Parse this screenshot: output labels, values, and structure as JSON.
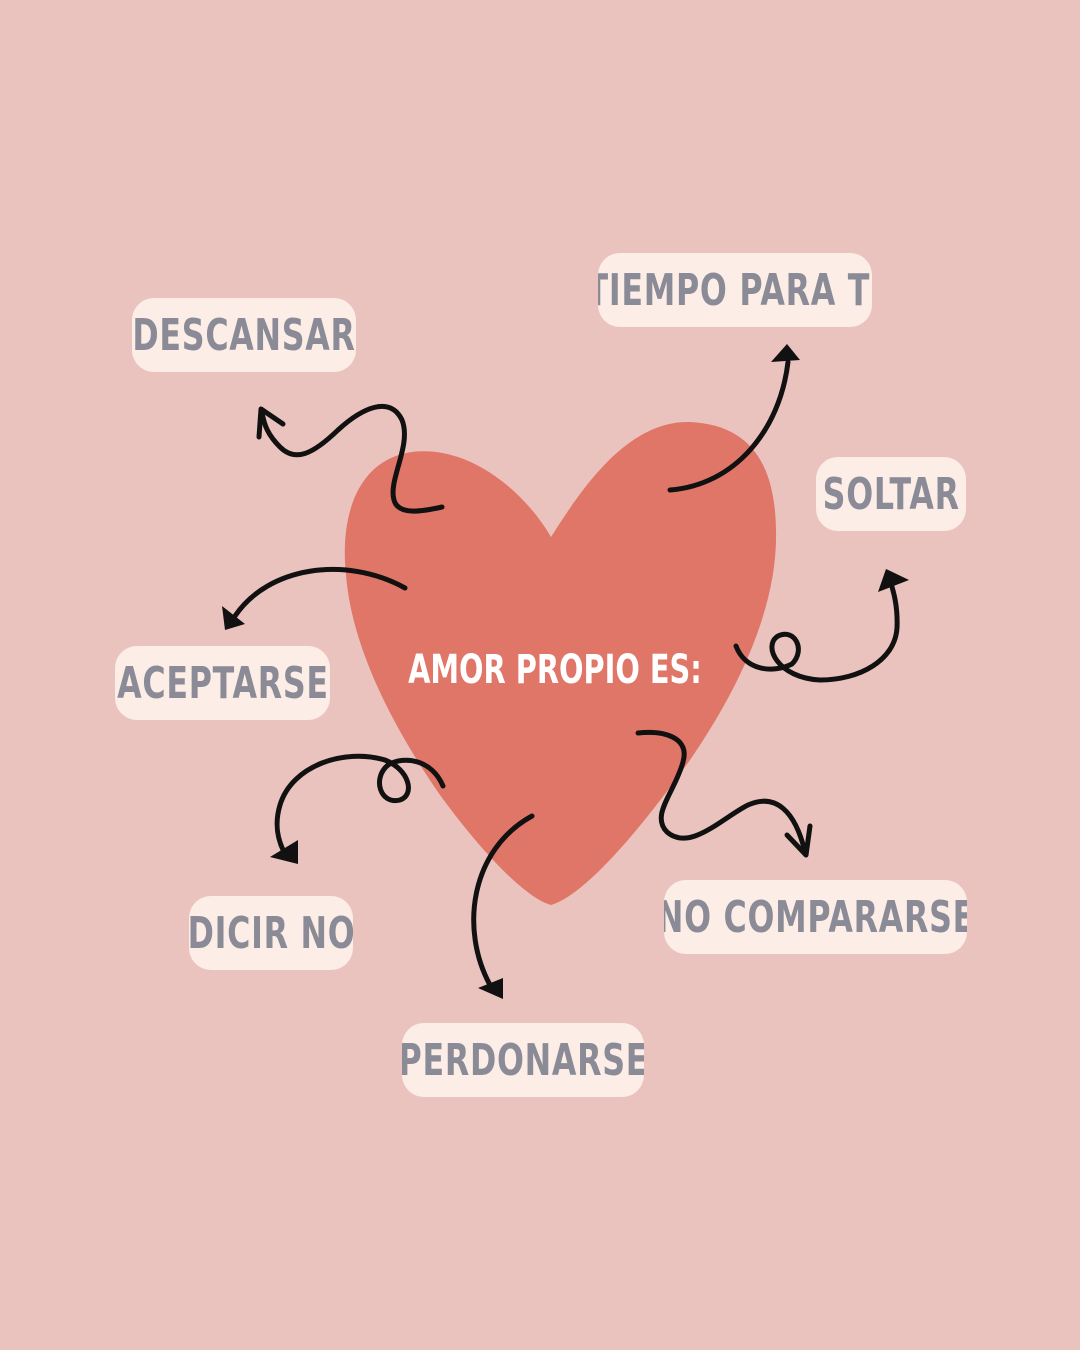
{
  "colors": {
    "background": "#eac3bf",
    "heart": "#e07668",
    "pill_background": "#fcede6",
    "pill_text": "#8a8b96",
    "center_text": "#ffffff",
    "arrow": "#111111"
  },
  "diagram": {
    "center": "AMOR PROPIO ES:",
    "items": {
      "descansar": "DESCANSAR",
      "tiempo_para_ti": "TIEMPO PARA TI",
      "soltar": "SOLTAR",
      "aceptarse": "ACEPTARSE",
      "dicir_no": "DICIR NO",
      "perdonarse": "PERDONARSE",
      "no_compararse": "NO COMPARARSE"
    }
  }
}
